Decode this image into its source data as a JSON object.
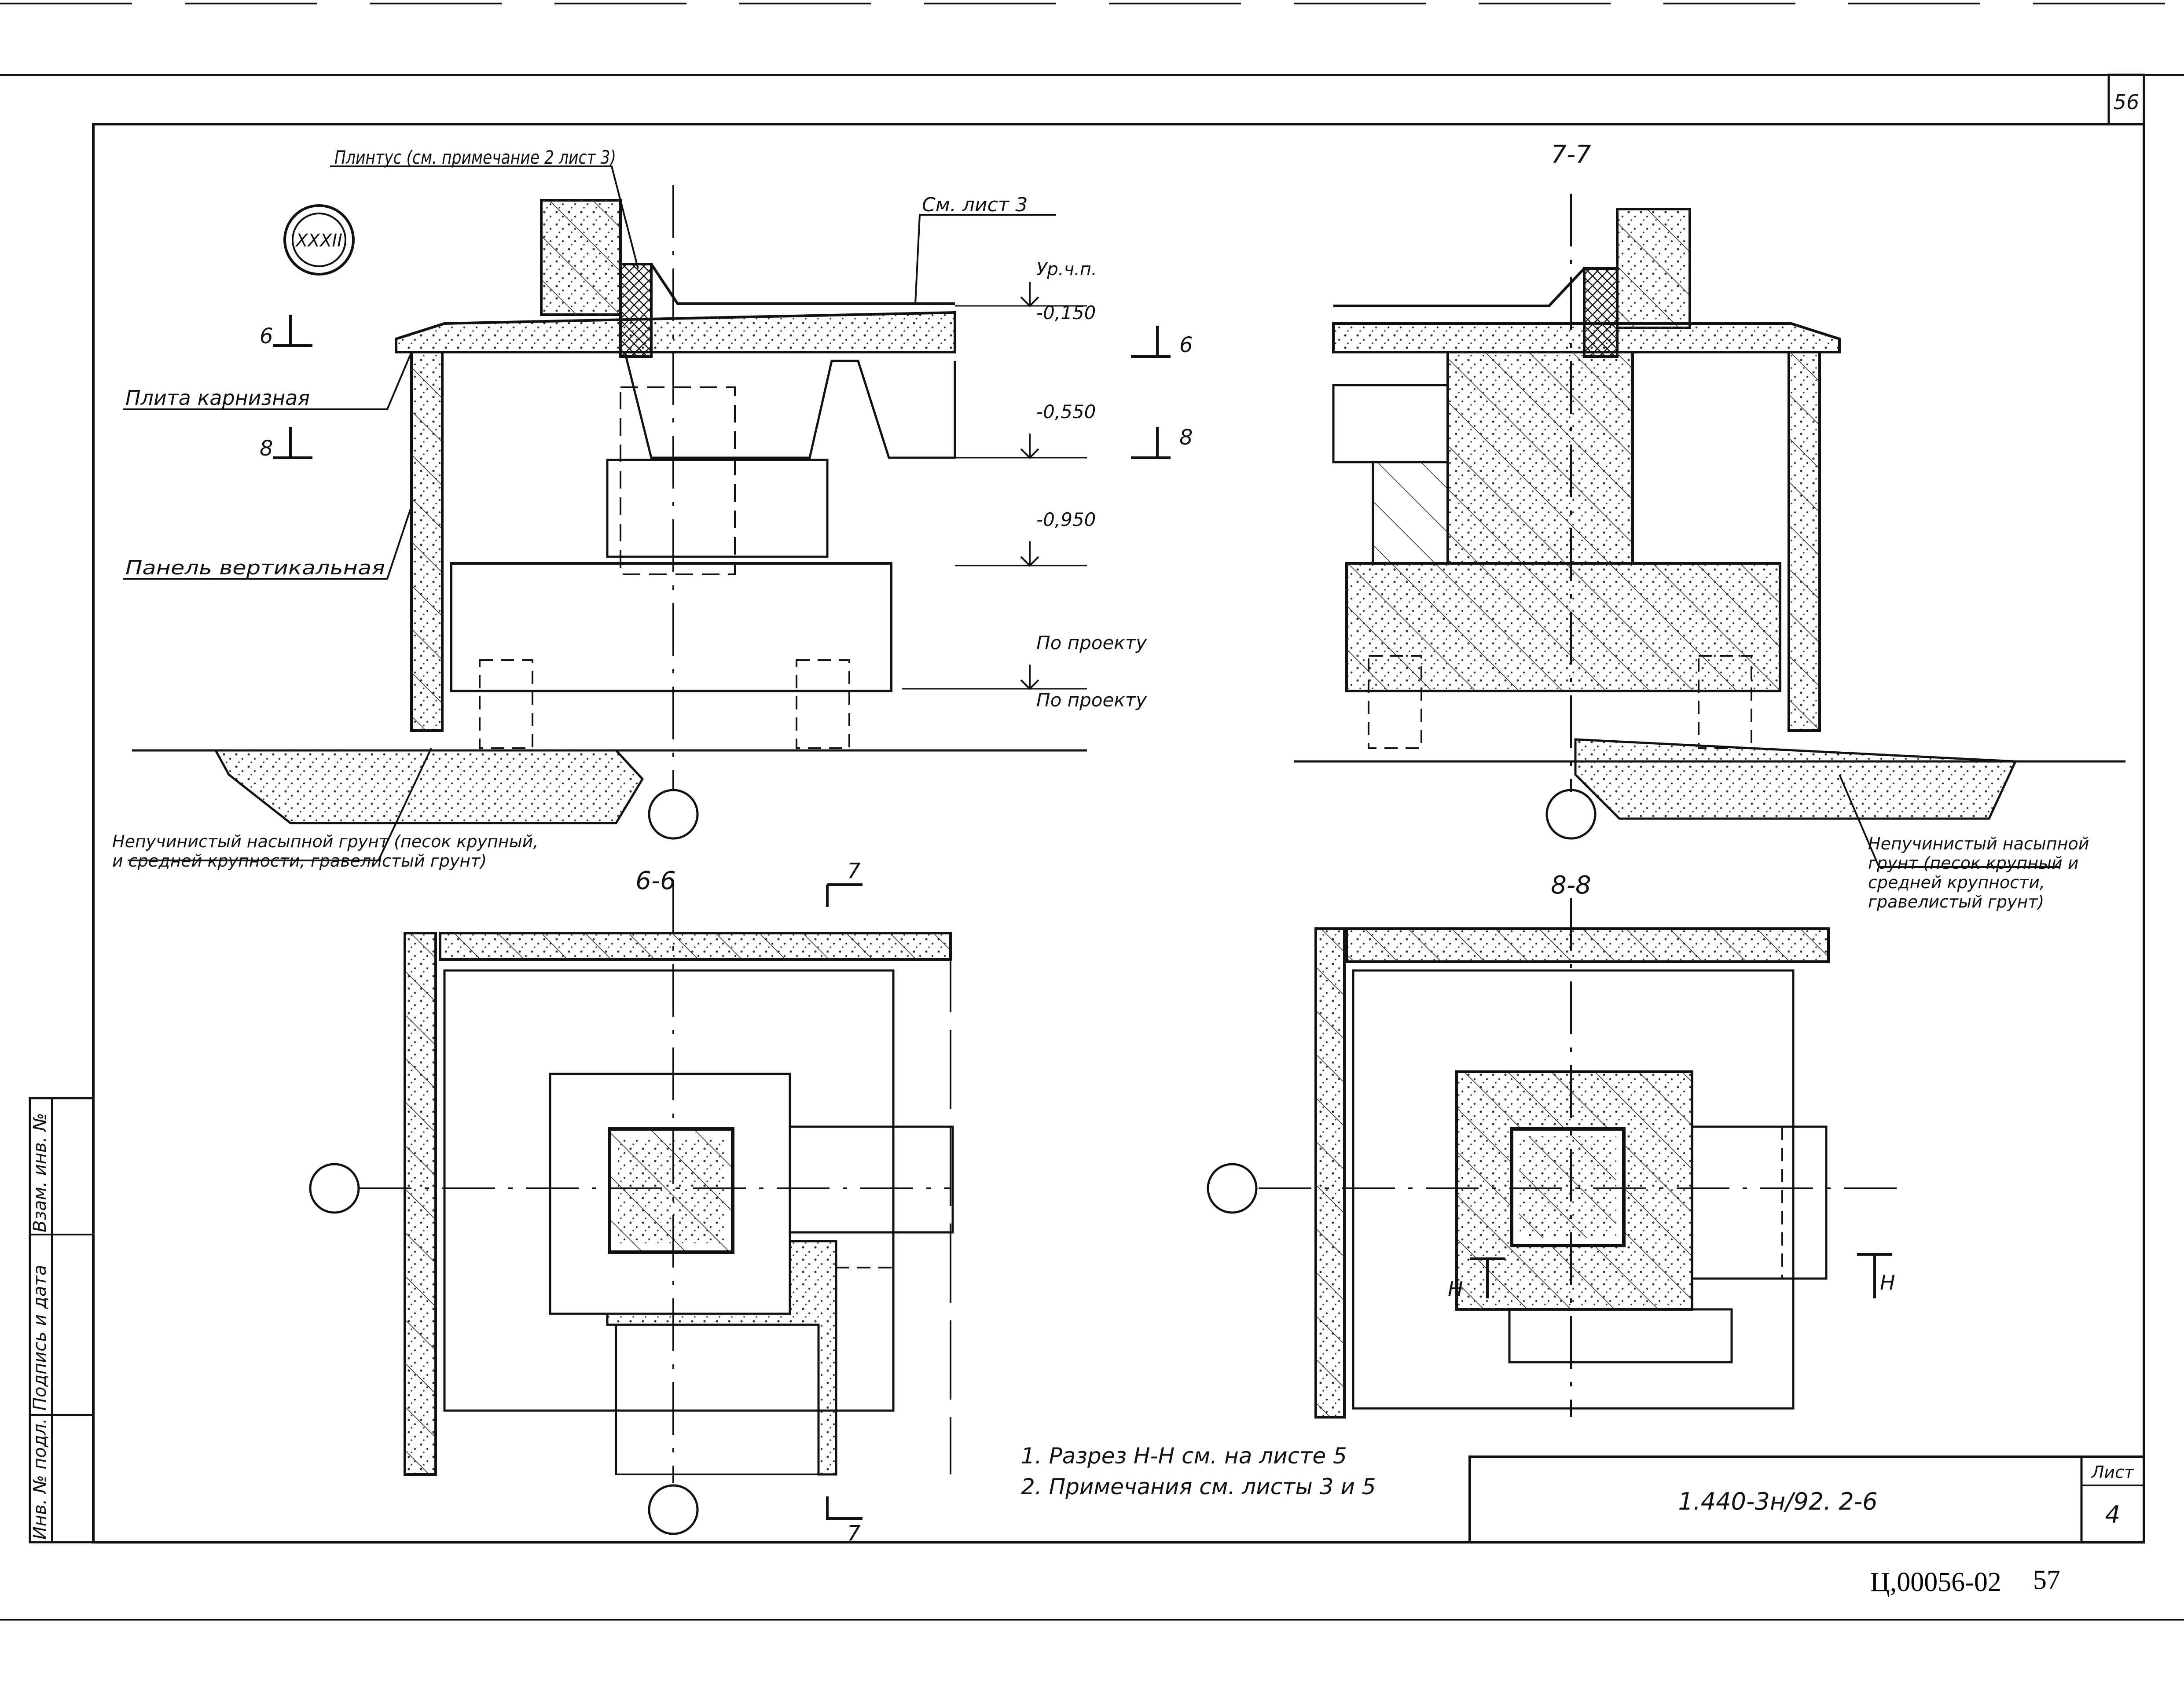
{
  "sheet": {
    "corner_number": "56",
    "symbol": "XXXII",
    "bottom_code": "Ц,00056-02",
    "page_number": "57"
  },
  "sections": {
    "s77": "7-7",
    "s66": "6-6",
    "s88": "8-8",
    "mark6": "6",
    "mark8": "8",
    "mark7": "7",
    "markH": "Н"
  },
  "labels": {
    "plinth": "Плинтус (см. примечание 2 лист 3)",
    "see_sheet3": "См. лист 3",
    "cornice_slab": "Плита карнизная",
    "vertical_panel": "Панель вертикальная",
    "soil_left": "Непучинистый насыпной грунт (песок крупный, и средней крупности, гравелистый грунт)",
    "soil_right": "Непучинистый насыпной грунт (песок крупный и средней крупности, гравелистый грунт)"
  },
  "levels": {
    "ground": "Ур.ч.п.",
    "l1": "-0,150",
    "l2": "-0,550",
    "l3": "-0,950",
    "p1": "По проекту",
    "p2": "По проекту"
  },
  "notes": {
    "n1": "1. Разрез Н-Н см. на листе 5",
    "n2": "2. Примечания см. листы 3 и 5"
  },
  "title_block": {
    "doc_code": "1.440-3н/92. 2-6",
    "sheet_label": "Лист",
    "sheet_no": "4"
  },
  "side_stamp": {
    "inv_original": "Инв. № подл.",
    "signature_date": "Подпись и дата",
    "replaced_inv": "Взам. инв. №"
  }
}
